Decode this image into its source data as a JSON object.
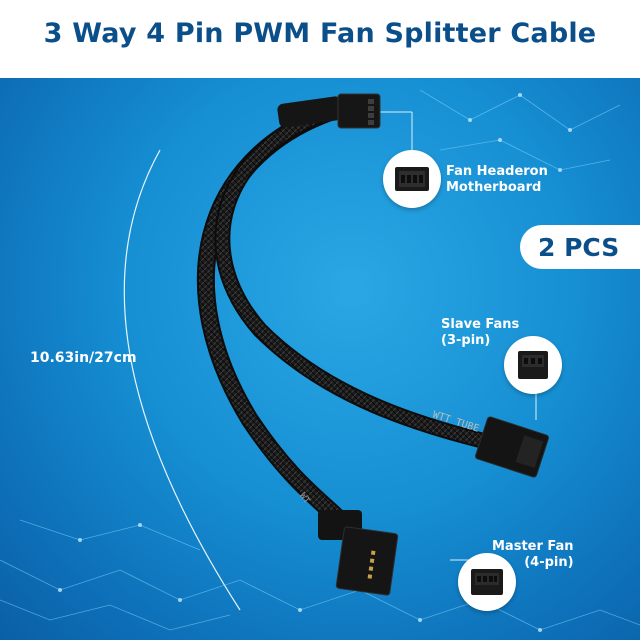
{
  "title": "3 Way 4 Pin PWM Fan Splitter Cable",
  "badge": "2 PCS",
  "length": "10.63in/27cm",
  "callouts": {
    "header": {
      "line1": "Fan Headeron",
      "line2": "Motherboard",
      "icon": "4-pin-female-connector-icon"
    },
    "slave": {
      "line1": "Slave Fans",
      "line2": "(3-pin)",
      "icon": "3-pin-connector-icon"
    },
    "master": {
      "line1": "Master Fan",
      "line2": "(4-pin)",
      "icon": "4-pin-male-connector-icon"
    }
  },
  "sleeve_print": {
    "upper": "WTT TUBE",
    "lower": "WT"
  },
  "colors": {
    "background": "#168fd3",
    "title": "#0b4f8a",
    "cable": "#1b1b1b"
  }
}
